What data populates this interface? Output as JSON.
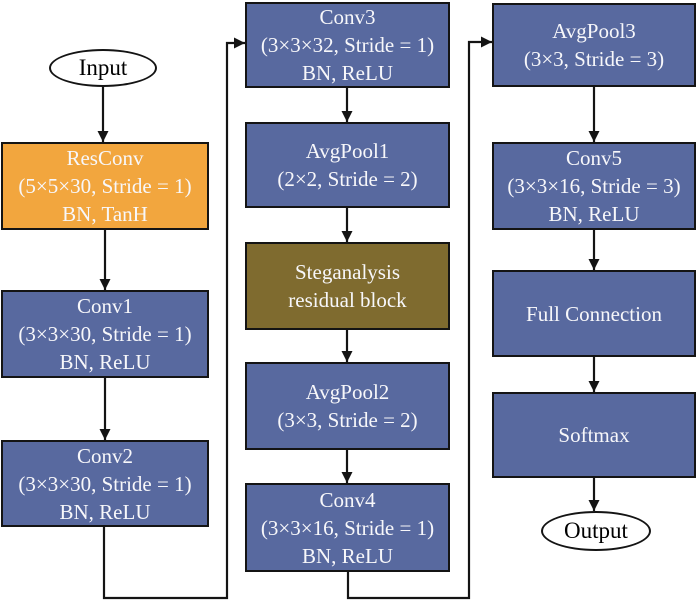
{
  "diagram": {
    "colors": {
      "block_blue": "#58699f",
      "block_orange": "#f2a63e",
      "block_brown": "#7f6b2f",
      "block_border": "#141414",
      "block_text": "#f7f7fa",
      "terminal_fill": "#ffffff",
      "terminal_text": "#000000",
      "arrow": "#141414",
      "background": "#ffffff"
    },
    "terminals": {
      "input": {
        "label": "Input"
      },
      "output": {
        "label": "Output"
      }
    },
    "nodes": {
      "resconv": {
        "lines": [
          "ResConv",
          "(5×5×30, Stride = 1)",
          "BN, TanH"
        ],
        "color": "orange"
      },
      "conv1": {
        "lines": [
          "Conv1",
          "(3×3×30, Stride = 1)",
          "BN, ReLU"
        ],
        "color": "blue"
      },
      "conv2": {
        "lines": [
          "Conv2",
          "(3×3×30, Stride = 1)",
          "BN, ReLU"
        ],
        "color": "blue"
      },
      "conv3": {
        "lines": [
          "Conv3",
          "(3×3×32, Stride = 1)",
          "BN, ReLU"
        ],
        "color": "blue"
      },
      "avgpool1": {
        "lines": [
          "AvgPool1",
          "(2×2, Stride = 2)"
        ],
        "color": "blue"
      },
      "steganalysis": {
        "lines": [
          "Steganalysis",
          "residual block"
        ],
        "color": "brown"
      },
      "avgpool2": {
        "lines": [
          "AvgPool2",
          "(3×3, Stride = 2)"
        ],
        "color": "blue"
      },
      "conv4": {
        "lines": [
          "Conv4",
          "(3×3×16, Stride = 1)",
          "BN, ReLU"
        ],
        "color": "blue"
      },
      "avgpool3": {
        "lines": [
          "AvgPool3",
          "(3×3, Stride = 3)"
        ],
        "color": "blue"
      },
      "conv5": {
        "lines": [
          "Conv5",
          "(3×3×16, Stride = 3)",
          "BN, ReLU"
        ],
        "color": "blue"
      },
      "full_connection": {
        "lines": [
          "Full Connection"
        ],
        "color": "blue"
      },
      "softmax": {
        "lines": [
          "Softmax"
        ],
        "color": "blue"
      }
    },
    "edges": [
      {
        "from": "input",
        "to": "resconv"
      },
      {
        "from": "resconv",
        "to": "conv1"
      },
      {
        "from": "conv1",
        "to": "conv2"
      },
      {
        "from": "conv2",
        "to": "conv3"
      },
      {
        "from": "conv3",
        "to": "avgpool1"
      },
      {
        "from": "avgpool1",
        "to": "steganalysis"
      },
      {
        "from": "steganalysis",
        "to": "avgpool2"
      },
      {
        "from": "avgpool2",
        "to": "conv4"
      },
      {
        "from": "conv4",
        "to": "avgpool3"
      },
      {
        "from": "avgpool3",
        "to": "conv5"
      },
      {
        "from": "conv5",
        "to": "full_connection"
      },
      {
        "from": "full_connection",
        "to": "softmax"
      },
      {
        "from": "softmax",
        "to": "output"
      }
    ]
  }
}
